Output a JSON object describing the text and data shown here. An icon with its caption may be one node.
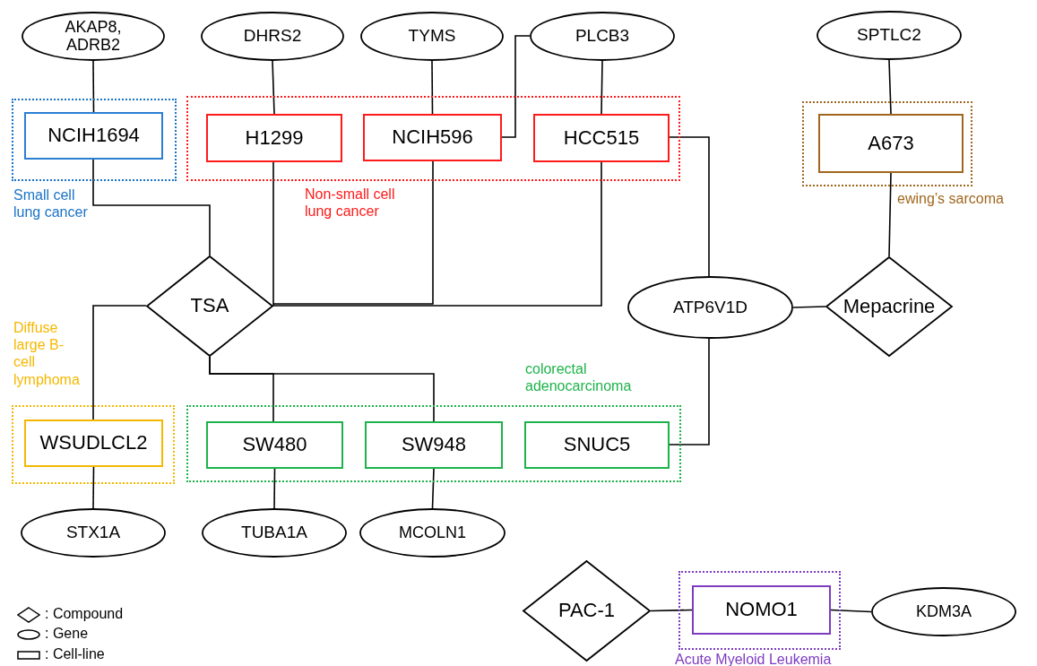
{
  "diagram": {
    "nodes": [
      {
        "text": [
          "Small cell lung cancer"
        ]
      },
      {
        "text": [
          "NCIH1694"
        ],
        "in": 0
      },
      {
        "text": [
          "Non-small cell lung cancer"
        ]
      },
      {
        "text": [
          "H1299"
        ],
        "in": 2
      },
      {
        "text": [
          "NCIH596"
        ],
        "in": 2
      },
      {
        "text": [
          "HCC515"
        ],
        "in": 2
      },
      {
        "text": [
          "ewing’s sarcoma"
        ]
      },
      {
        "text": [
          "A673"
        ],
        "in": 6
      },
      {
        "text": [
          "Diffuse large B-cell lymphoma"
        ]
      },
      {
        "text": [
          "WSUDLCL2"
        ],
        "in": 8
      },
      {
        "text": [
          "colorectal adenocarcinoma"
        ]
      },
      {
        "text": [
          "SW480"
        ],
        "in": 10
      },
      {
        "text": [
          "SW948"
        ],
        "in": 10
      },
      {
        "text": [
          "SNUC5"
        ],
        "in": 10
      },
      {
        "text": [
          "Acute Myeloid Leukemia"
        ]
      },
      {
        "text": [
          "NOMO1"
        ],
        "in": 14
      },
      {
        "text": [
          "AKAP8, ADRB2"
        ]
      },
      {
        "text": [
          "DHRS2"
        ]
      },
      {
        "text": [
          "TYMS"
        ]
      },
      {
        "text": [
          "PLCB3"
        ]
      },
      {
        "text": [
          "SPTLC2"
        ]
      },
      {
        "text": [
          "ATP6V1D"
        ]
      },
      {
        "text": [
          "STX1A"
        ]
      },
      {
        "text": [
          "TUBA1A"
        ]
      },
      {
        "text": [
          "MCOLN1"
        ]
      },
      {
        "text": [
          "KDM3A"
        ]
      },
      {
        "text": [
          "TSA"
        ]
      },
      {
        "text": [
          "Mepacrine"
        ]
      },
      {
        "text": [
          "PAC-1"
        ]
      }
    ],
    "edges": [
      {
        "from": 16,
        "to": 1,
        "arrow": "none"
      },
      {
        "from": 17,
        "to": 3,
        "arrow": "none"
      },
      {
        "from": 18,
        "to": 4,
        "arrow": "none"
      },
      {
        "from": 19,
        "to": 4,
        "arrow": "none"
      },
      {
        "from": 19,
        "to": 5,
        "arrow": "none"
      },
      {
        "from": 20,
        "to": 7,
        "arrow": "none"
      },
      {
        "from": 1,
        "to": 26,
        "arrow": "none"
      },
      {
        "from": 3,
        "to": 26,
        "arrow": "none"
      },
      {
        "from": 4,
        "to": 26,
        "arrow": "none"
      },
      {
        "from": 5,
        "to": 26,
        "arrow": "none"
      },
      {
        "from": 5,
        "to": 21,
        "arrow": "none"
      },
      {
        "from": 7,
        "to": 27,
        "arrow": "none"
      },
      {
        "from": 21,
        "to": 27,
        "arrow": "none"
      },
      {
        "from": 13,
        "to": 21,
        "arrow": "none"
      },
      {
        "from": 26,
        "to": 9,
        "arrow": "none"
      },
      {
        "from": 26,
        "to": 11,
        "arrow": "none"
      },
      {
        "from": 26,
        "to": 12,
        "arrow": "none"
      },
      {
        "from": 9,
        "to": 22,
        "arrow": "none"
      },
      {
        "from": 11,
        "to": 23,
        "arrow": "none"
      },
      {
        "from": 12,
        "to": 24,
        "arrow": "none"
      },
      {
        "from": 28,
        "to": 15,
        "arrow": "none"
      },
      {
        "from": 15,
        "to": 25,
        "arrow": "none"
      }
    ],
    "legend": [
      {
        "text": ": Compound"
      },
      {
        "text": ": Gene"
      },
      {
        "text": ": Cell-line"
      }
    ]
  }
}
